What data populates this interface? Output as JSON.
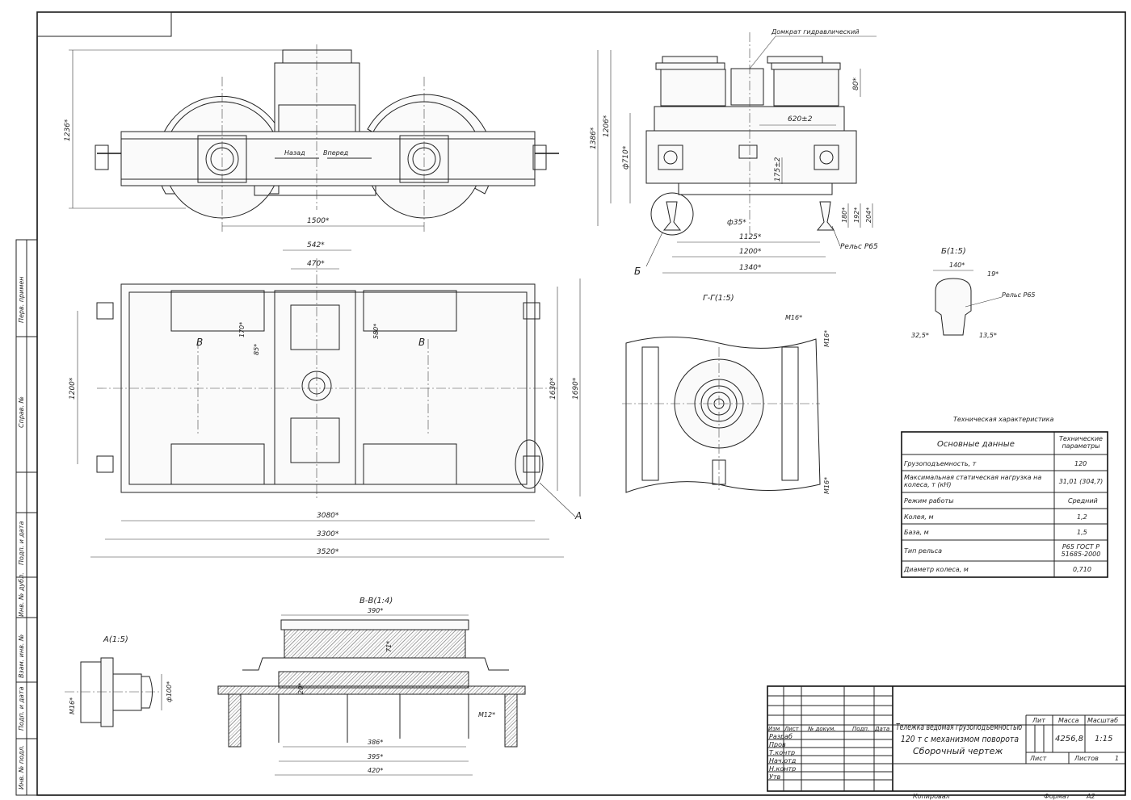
{
  "side_view": {
    "back_label": "Назад",
    "forward_label": "Вперед",
    "dim_height": "1236*",
    "dim_base": "1500*"
  },
  "front_view": {
    "jack_label": "Домкрат гидравлический",
    "dim_620": "620±2",
    "dim_80": "80*",
    "dim_1386": "1386*",
    "dim_1206": "1206*",
    "dim_710": "ф710*",
    "dim_175": "175±2",
    "dim_35": "ф35*",
    "dim_180": "180*",
    "dim_192": "192*",
    "dim_204": "204*",
    "dim_1125": "1125*",
    "dim_1200": "1200*",
    "dim_1340": "1340*",
    "rail_label": "Рельс Р65",
    "detail_mark": "Б"
  },
  "plan_view": {
    "dim_542": "542*",
    "dim_470": "470*",
    "dim_170": "170*",
    "dim_85": "85*",
    "dim_580": "580*",
    "section_mark": "В",
    "dim_1200": "1200*",
    "dim_1630": "1630*",
    "dim_1690": "1690*",
    "dim_3080": "3080*",
    "dim_3300": "3300*",
    "dim_3520": "3520*",
    "detail_mark": "А"
  },
  "section_g": {
    "title": "Г-Г(1:5)",
    "m16_top": "М16*",
    "m16_right_top": "М16*",
    "m16_right_bottom": "М16*"
  },
  "detail_b": {
    "title": "Б(1:5)",
    "dim_140": "140*",
    "dim_19": "19*",
    "rail_label": "Рельс Р65",
    "dim_325": "32,5*",
    "dim_135": "13,5*"
  },
  "section_v": {
    "title": "В-В(1:4)",
    "dim_390": "390*",
    "dim_71": "71*",
    "dim_20": "20*",
    "dim_m12": "М12*",
    "dim_386": "386*",
    "dim_395": "395*",
    "dim_420": "420*"
  },
  "detail_a": {
    "title": "А(1:5)",
    "dim_m16": "М16*",
    "dim_100": "ф100*"
  },
  "tech_table": {
    "caption": "Техническая характеристика",
    "header": [
      "Основные данные",
      "Технические параметры"
    ],
    "rows": [
      [
        "Грузоподъемность, т",
        "120"
      ],
      [
        "Максимальная статическая нагрузка на колеса, т (кН)",
        "31,01 (304,7)"
      ],
      [
        "Режим работы",
        "Средний"
      ],
      [
        "Колея, м",
        "1,2"
      ],
      [
        "База, м",
        "1,5"
      ],
      [
        "Тип рельса",
        "Р65 ГОСТ Р 51685-2000"
      ],
      [
        "Диаметр колеса, м",
        "0,710"
      ]
    ]
  },
  "title_block": {
    "title_line1": "Тележка ведомая грузоподъемностью",
    "title_line2": "120 т с механизмом поворота",
    "title_line3": "Сборочный чертеж",
    "col_izm": "Изм",
    "col_list": "Лист",
    "col_doc": "№ докум.",
    "col_sign": "Подп.",
    "col_date": "Дата",
    "roles": [
      "Разраб",
      "Пров",
      "Т.контр",
      "Нач.отд",
      "Н.контр",
      "Утв"
    ],
    "lit_label": "Лит",
    "mass_label": "Масса",
    "scale_label": "Масштаб",
    "mass": "4256,8",
    "scale": "1:15",
    "sheet_label": "Лист",
    "sheets_label": "Листов",
    "sheets": "1",
    "copied": "Копировал",
    "format_label": "Формат",
    "format": "А2"
  },
  "margin_stamps": [
    "Перв. примен",
    "Справ. №",
    "Подп. и дата",
    "Инв. № дубл.",
    "Взам. инв. №",
    "Подп. и дата",
    "Инв. № подл."
  ]
}
